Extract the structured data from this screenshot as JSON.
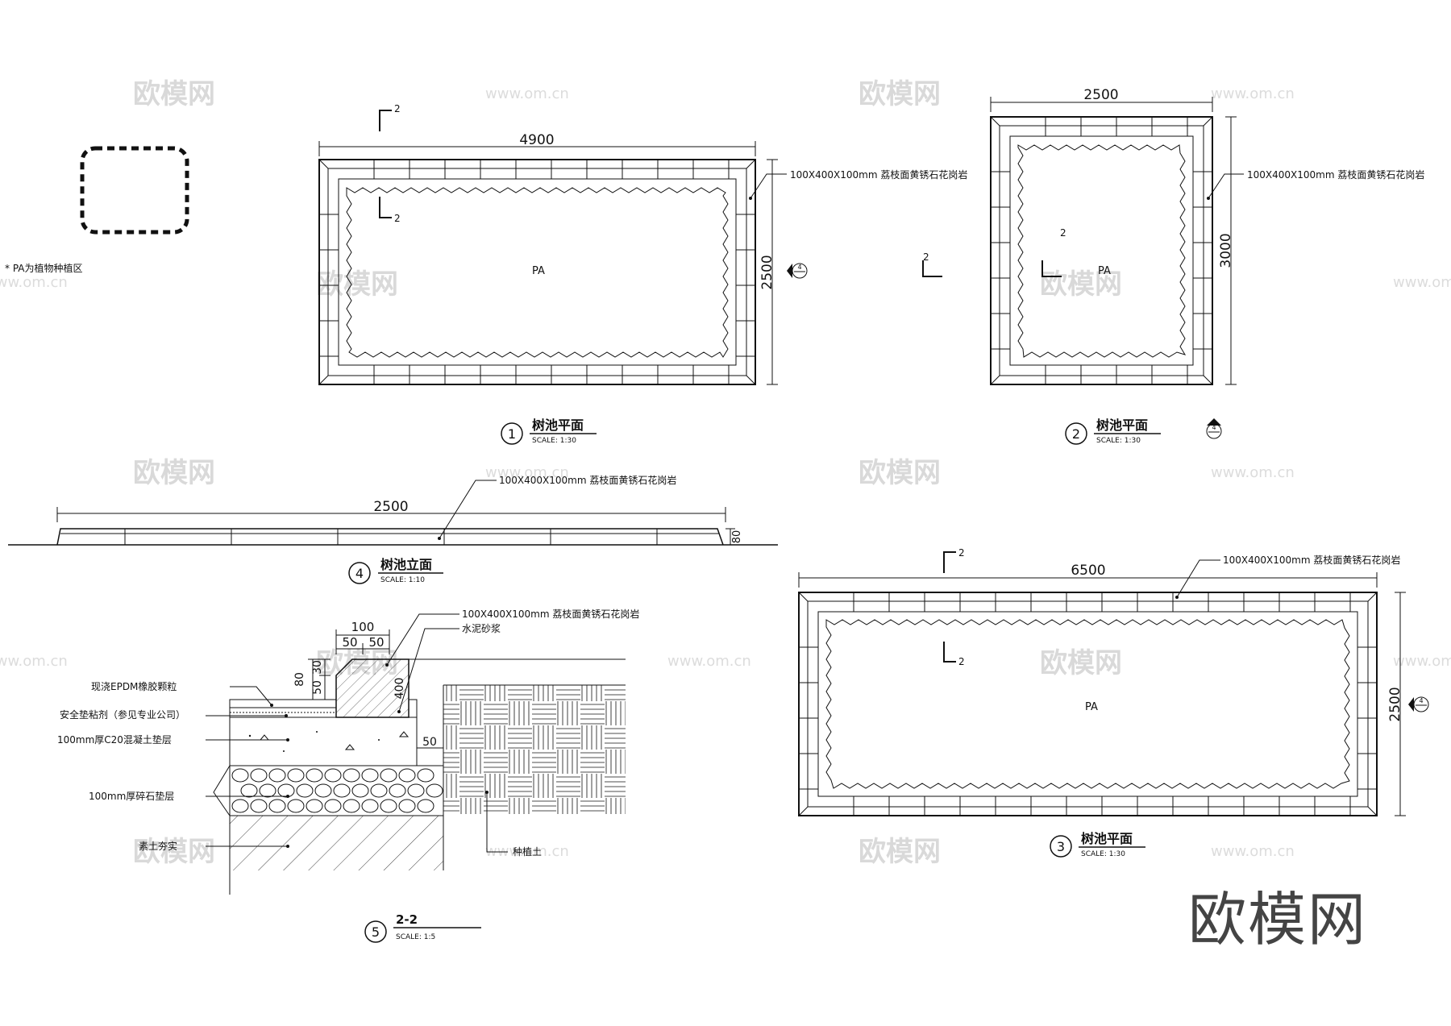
{
  "legend": {
    "note": "* PA为植物种植区"
  },
  "plan1": {
    "width_dim": "4900",
    "height_dim": "2500",
    "material": "100X400X100mm 荔枝面黄锈石花岗岩",
    "area_label": "PA",
    "section_mark": "2",
    "elev_mark": "4",
    "title_no": "1",
    "title": "树池平面",
    "scale": "SCALE:   1:30"
  },
  "plan2": {
    "width_dim": "2500",
    "height_dim": "3000",
    "material": "100X400X100mm 荔枝面黄锈石花岗岩",
    "area_label": "PA",
    "section_mark": "2",
    "elev_mark": "4",
    "title_no": "2",
    "title": "树池平面",
    "scale": "SCALE:   1:30"
  },
  "plan3": {
    "width_dim": "6500",
    "height_dim": "2500",
    "material": "100X400X100mm 荔枝面黄锈石花岗岩",
    "area_label": "PA",
    "section_mark": "2",
    "elev_mark": "4",
    "title_no": "3",
    "title": "树池平面",
    "scale": "SCALE:   1:30"
  },
  "elevation4": {
    "width_dim": "2500",
    "height_dim": "80",
    "material": "100X400X100mm 荔枝面黄锈石花岗岩",
    "title_no": "4",
    "title": "树池立面",
    "scale": "SCALE:   1:10"
  },
  "section5": {
    "dims": {
      "top": "100",
      "half_a": "50",
      "half_b": "50",
      "h80": "80",
      "h50": "50",
      "h30": "30",
      "h400": "400",
      "w50": "50"
    },
    "labels": {
      "stone": "100X400X100mm 荔枝面黄锈石花岗岩",
      "mortar": "水泥砂浆",
      "epdm": "现浇EPDM橡胶颗粒",
      "adhesive": "安全垫粘剂（参见专业公司）",
      "concrete": "100mm厚C20混凝土垫层",
      "gravel": "100mm厚碎石垫层",
      "soil": "素土夯实",
      "planting": "种植土"
    },
    "title_no": "5",
    "title": "2-2",
    "scale": "SCALE:   1:5"
  },
  "watermark": {
    "brand": "欧模网",
    "url": "www.om.cn"
  }
}
